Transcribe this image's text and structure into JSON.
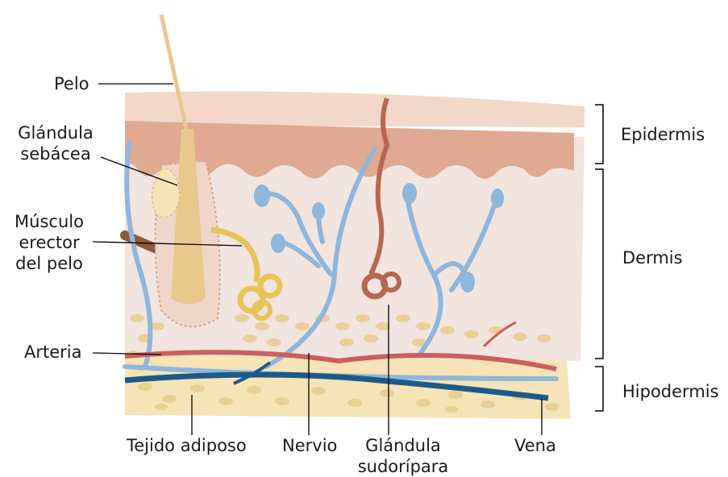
{
  "labels": {
    "hair": "Pelo",
    "sebaceous_gland_1": "Glándula",
    "sebaceous_gland_2": "sebácea",
    "arrector_1": "Músculo",
    "arrector_2": "erector",
    "arrector_3": "del pelo",
    "artery": "Arteria",
    "adipose": "Tejido adiposo",
    "nerve": "Nervio",
    "sweat_gland_1": "Glándula",
    "sweat_gland_2": "sudorípara",
    "vein": "Vena"
  },
  "layers": {
    "epidermis": "Epidermis",
    "dermis": "Dermis",
    "hypodermis": "Hipodermis"
  },
  "colors": {
    "dermis": "#f2e4de",
    "epidermis_top": "#f3d7c9",
    "epidermis_band": "#dfa992",
    "hypodermis": "#f6e3b6",
    "fat_cell": "#e8cc8f",
    "hair": "#e9c88e",
    "gland": "#e8c35a",
    "nerve": "#8fb6dc",
    "artery": "#c9605d",
    "vein": "#1d5a8a",
    "sweat_gland": "#b6674f",
    "label_line": "#000000"
  }
}
